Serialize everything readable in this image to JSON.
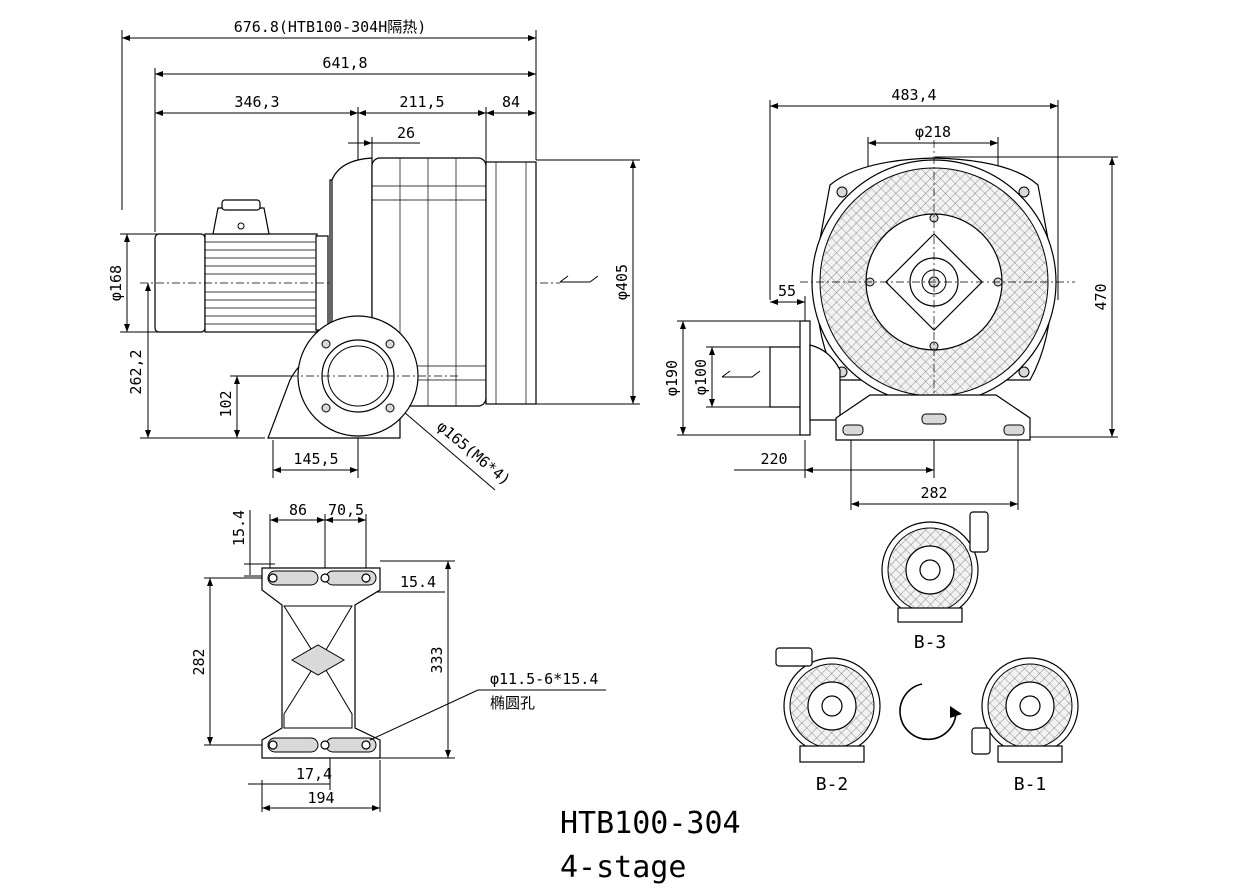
{
  "drawing": {
    "model": "HTB100-304",
    "stage": "4-stage"
  },
  "side_view": {
    "dims": {
      "overall_insulated": "676.8(HTB100-304H隔热)",
      "overall": "641,8",
      "motor_len": "346,3",
      "body_len": "211,5",
      "outlet_len": "84",
      "gap": "26",
      "motor_dia": "φ168",
      "body_dia": "φ405",
      "center_height": "262,2",
      "inlet_height": "102",
      "base_offset": "145,5",
      "flange": "φ165(M6*4)"
    }
  },
  "front_view": {
    "dims": {
      "width": "483,4",
      "inner_dia": "φ218",
      "flange_len": "55",
      "height": "470",
      "outlet_dia": "φ190",
      "outlet_inner": "φ100",
      "offset": "220",
      "base_width": "282"
    }
  },
  "base_view": {
    "dims": {
      "top_left": "15.4",
      "spacing_a": "86",
      "spacing_b": "70,5",
      "right_edge": "15.4",
      "length_inner": "282",
      "length_outer": "333",
      "bottom_edge": "17,4",
      "width": "194"
    },
    "note_line1": "φ11.5-6*15.4",
    "note_line2": "椭圆孔"
  },
  "orientations": {
    "b1": "B-1",
    "b2": "B-2",
    "b3": "B-3"
  }
}
